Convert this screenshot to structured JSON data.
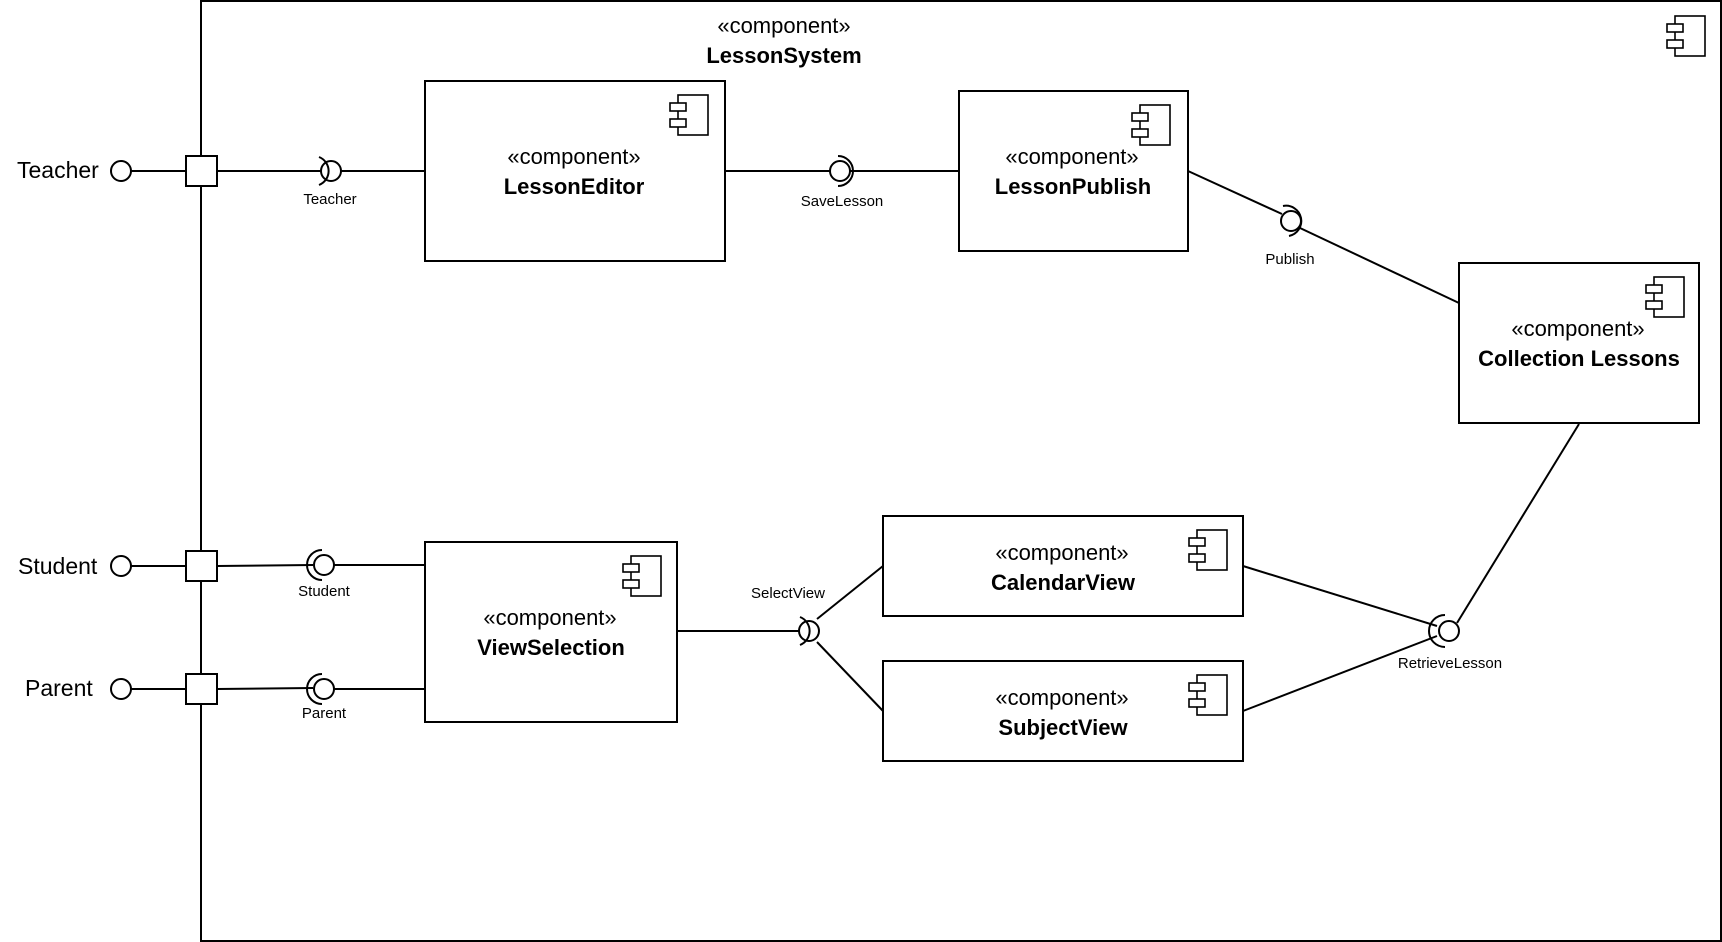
{
  "system": {
    "stereotype": "«component»",
    "name": "LessonSystem"
  },
  "components": {
    "lesson_editor": {
      "stereotype": "«component»",
      "name": "LessonEditor"
    },
    "lesson_publish": {
      "stereotype": "«component»",
      "name": "LessonPublish"
    },
    "collection_lessons": {
      "stereotype": "«component»",
      "name": "Collection Lessons"
    },
    "view_selection": {
      "stereotype": "«component»",
      "name": "ViewSelection"
    },
    "calendar_view": {
      "stereotype": "«component»",
      "name": "CalendarView"
    },
    "subject_view": {
      "stereotype": "«component»",
      "name": "SubjectView"
    }
  },
  "actors": {
    "teacher": "Teacher",
    "student": "Student",
    "parent": "Parent"
  },
  "interfaces": {
    "teacher": "Teacher",
    "save_lesson": "SaveLesson",
    "publish": "Publish",
    "student": "Student",
    "parent": "Parent",
    "select_view": "SelectView",
    "retrieve_lesson": "RetrieveLesson"
  },
  "colors": {
    "stroke": "#000000",
    "background": "#ffffff"
  }
}
